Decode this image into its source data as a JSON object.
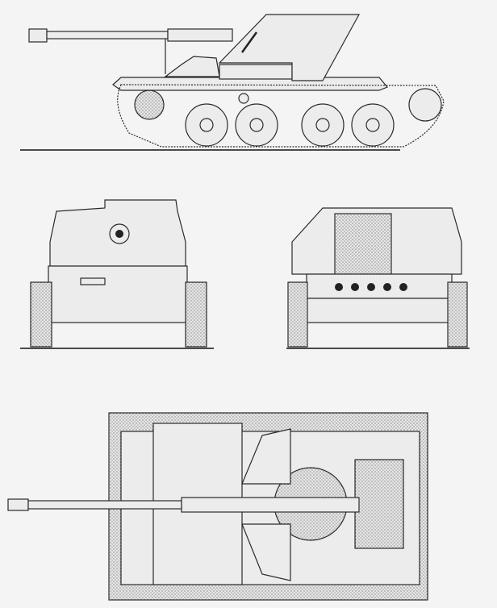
{
  "drawing": {
    "views": [
      "side-view",
      "front-view",
      "rear-view",
      "top-view"
    ],
    "colors": {
      "background": "#f4f4f4",
      "line": "#2a2a2a",
      "fill": "#ececec"
    }
  }
}
